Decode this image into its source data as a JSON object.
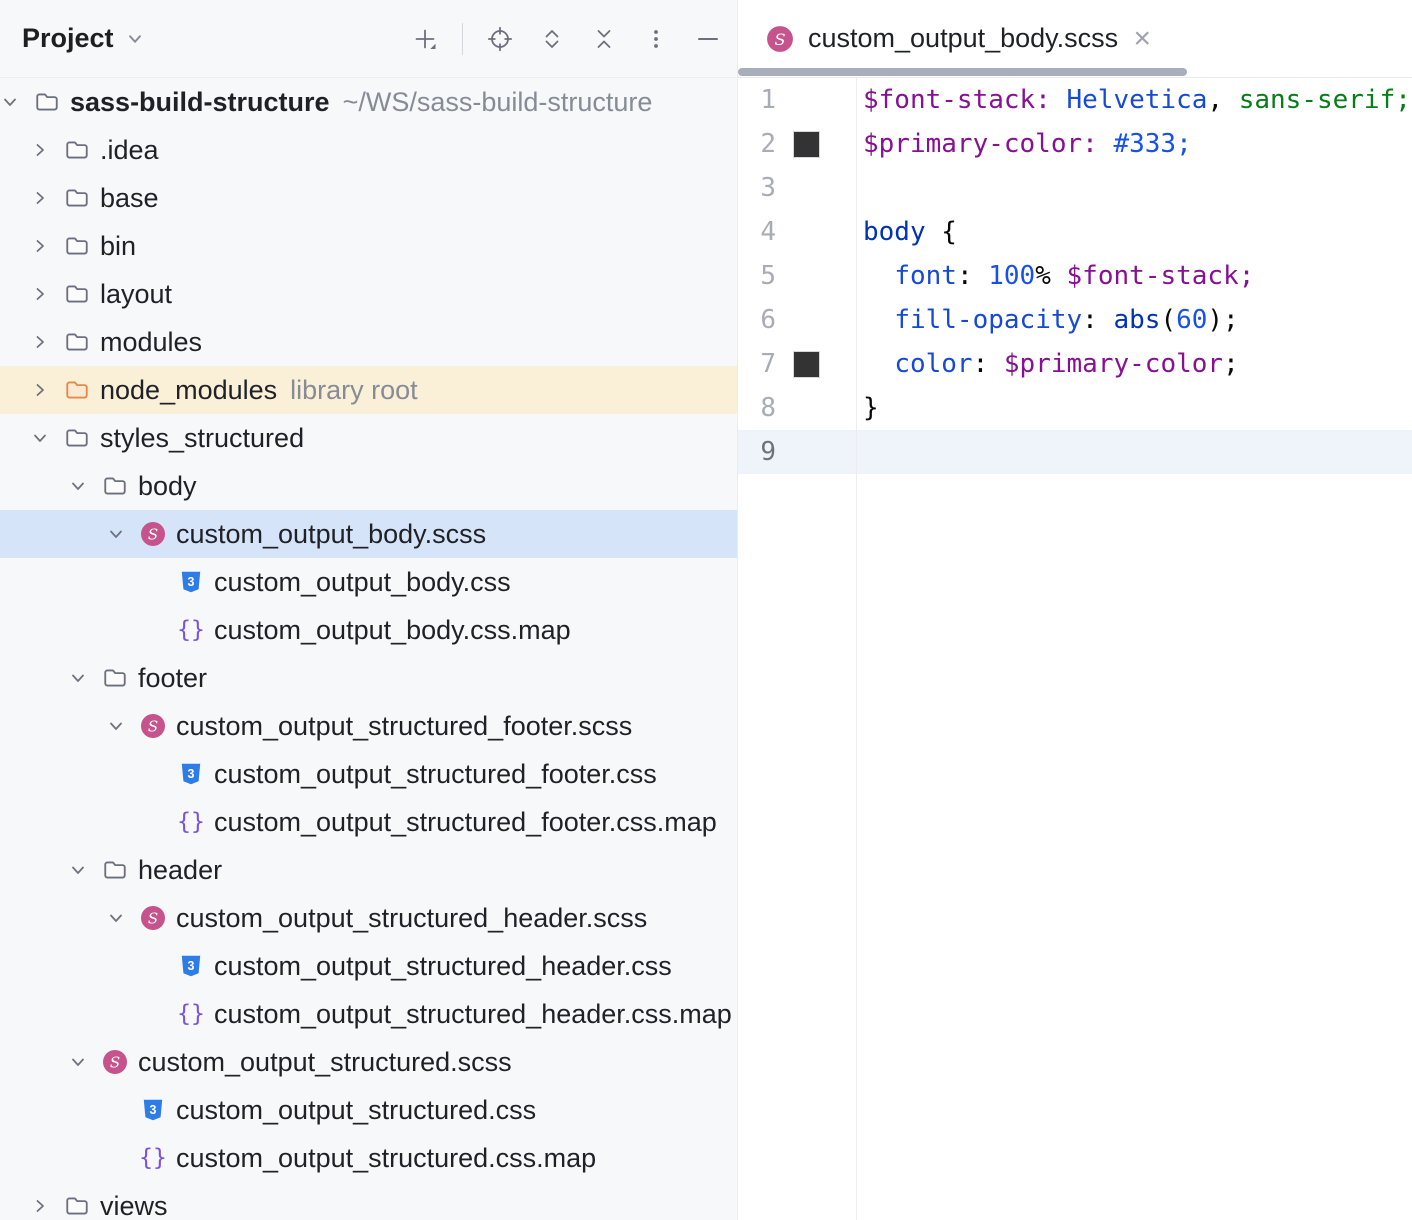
{
  "panel": {
    "title": "Project",
    "toolbar": [
      {
        "name": "add-icon",
        "label": "Add"
      },
      {
        "name": "separator",
        "label": ""
      },
      {
        "name": "locate-file-icon",
        "label": "Select Opened File"
      },
      {
        "name": "expand-all-icon",
        "label": "Expand All"
      },
      {
        "name": "collapse-all-icon",
        "label": "Collapse All"
      },
      {
        "name": "more-options-icon",
        "label": "Options"
      },
      {
        "name": "hide-icon",
        "label": "Hide"
      }
    ]
  },
  "tree": {
    "rows": [
      {
        "label": "sass-build-structure",
        "annotation": "~/WS/sass-build-structure",
        "depth": 0,
        "icon": "folder",
        "chevron": "down",
        "bold": true
      },
      {
        "label": ".idea",
        "depth": 1,
        "icon": "folder",
        "chevron": "right"
      },
      {
        "label": "base",
        "depth": 1,
        "icon": "folder",
        "chevron": "right"
      },
      {
        "label": "bin",
        "depth": 1,
        "icon": "folder",
        "chevron": "right"
      },
      {
        "label": "layout",
        "depth": 1,
        "icon": "folder",
        "chevron": "right"
      },
      {
        "label": "modules",
        "depth": 1,
        "icon": "folder",
        "chevron": "right"
      },
      {
        "label": "node_modules",
        "annotation": "library root",
        "depth": 1,
        "icon": "folder-library",
        "chevron": "right",
        "bg": "lib"
      },
      {
        "label": "styles_structured",
        "depth": 1,
        "icon": "folder",
        "chevron": "down"
      },
      {
        "label": "body",
        "depth": 2,
        "icon": "folder",
        "chevron": "down"
      },
      {
        "label": "custom_output_body.scss",
        "depth": 3,
        "icon": "sass",
        "chevron": "down",
        "bg": "sel"
      },
      {
        "label": "custom_output_body.css",
        "depth": 4,
        "icon": "css",
        "chevron": "none"
      },
      {
        "label": "custom_output_body.css.map",
        "depth": 4,
        "icon": "map",
        "chevron": "none"
      },
      {
        "label": "footer",
        "depth": 2,
        "icon": "folder",
        "chevron": "down"
      },
      {
        "label": "custom_output_structured_footer.scss",
        "depth": 3,
        "icon": "sass",
        "chevron": "down"
      },
      {
        "label": "custom_output_structured_footer.css",
        "depth": 4,
        "icon": "css",
        "chevron": "none"
      },
      {
        "label": "custom_output_structured_footer.css.map",
        "depth": 4,
        "icon": "map",
        "chevron": "none"
      },
      {
        "label": "header",
        "depth": 2,
        "icon": "folder",
        "chevron": "down"
      },
      {
        "label": "custom_output_structured_header.scss",
        "depth": 3,
        "icon": "sass",
        "chevron": "down"
      },
      {
        "label": "custom_output_structured_header.css",
        "depth": 4,
        "icon": "css",
        "chevron": "none"
      },
      {
        "label": "custom_output_structured_header.css.map",
        "depth": 4,
        "icon": "map",
        "chevron": "none"
      },
      {
        "label": "custom_output_structured.scss",
        "depth": 2,
        "icon": "sass",
        "chevron": "down"
      },
      {
        "label": "custom_output_structured.css",
        "depth": 3,
        "icon": "css",
        "chevron": "none"
      },
      {
        "label": "custom_output_structured.css.map",
        "depth": 3,
        "icon": "map",
        "chevron": "none"
      },
      {
        "label": "views",
        "depth": 1,
        "icon": "folder",
        "chevron": "right"
      }
    ]
  },
  "editor": {
    "tab": {
      "label": "custom_output_body.scss",
      "close_glyph": "×"
    },
    "palette": {
      "variable": "#871094",
      "property": "#174AD4",
      "number": "#1750EB",
      "keyword": "#0033B3",
      "value_green": "#067D17",
      "default_text": "#080808",
      "color_swatch": "#333333",
      "current_line_bg": "#EFF3FA",
      "tree_selection_bg": "#D6E4FA",
      "library_row_bg": "#FAF0D8",
      "sass_pink": "#C6538C",
      "css_blue": "#2E7CE8",
      "map_purple": "#7B51E0"
    },
    "lines": [
      {
        "n": "1",
        "swatch": false,
        "current": false,
        "tokens": [
          [
            "v",
            "$font-stack:"
          ],
          [
            "d",
            " "
          ],
          [
            "p",
            "Helvetica"
          ],
          [
            "d",
            ", "
          ],
          [
            "s",
            "sans-serif;"
          ]
        ]
      },
      {
        "n": "2",
        "swatch": true,
        "current": false,
        "tokens": [
          [
            "v",
            "$primary-color:"
          ],
          [
            "d",
            " "
          ],
          [
            "n",
            "#333;"
          ]
        ]
      },
      {
        "n": "3",
        "swatch": false,
        "current": false,
        "tokens": []
      },
      {
        "n": "4",
        "swatch": false,
        "current": false,
        "tokens": [
          [
            "k",
            "body"
          ],
          [
            "d",
            " {"
          ]
        ]
      },
      {
        "n": "5",
        "swatch": false,
        "current": false,
        "tokens": [
          [
            "d",
            "  "
          ],
          [
            "p",
            "font"
          ],
          [
            "d",
            ": "
          ],
          [
            "n",
            "100"
          ],
          [
            "d",
            "% "
          ],
          [
            "v",
            "$font-stack;"
          ]
        ]
      },
      {
        "n": "6",
        "swatch": false,
        "current": false,
        "tokens": [
          [
            "d",
            "  "
          ],
          [
            "p",
            "fill-opacity"
          ],
          [
            "d",
            ": "
          ],
          [
            "k",
            "abs"
          ],
          [
            "d",
            "("
          ],
          [
            "n",
            "60"
          ],
          [
            "d",
            ");"
          ]
        ]
      },
      {
        "n": "7",
        "swatch": true,
        "current": false,
        "tokens": [
          [
            "d",
            "  "
          ],
          [
            "p",
            "color"
          ],
          [
            "d",
            ": "
          ],
          [
            "v",
            "$primary-color"
          ],
          [
            "d",
            ";"
          ]
        ]
      },
      {
        "n": "8",
        "swatch": false,
        "current": false,
        "tokens": [
          [
            "d",
            "}"
          ]
        ]
      },
      {
        "n": "9",
        "swatch": false,
        "current": true,
        "tokens": []
      }
    ]
  }
}
